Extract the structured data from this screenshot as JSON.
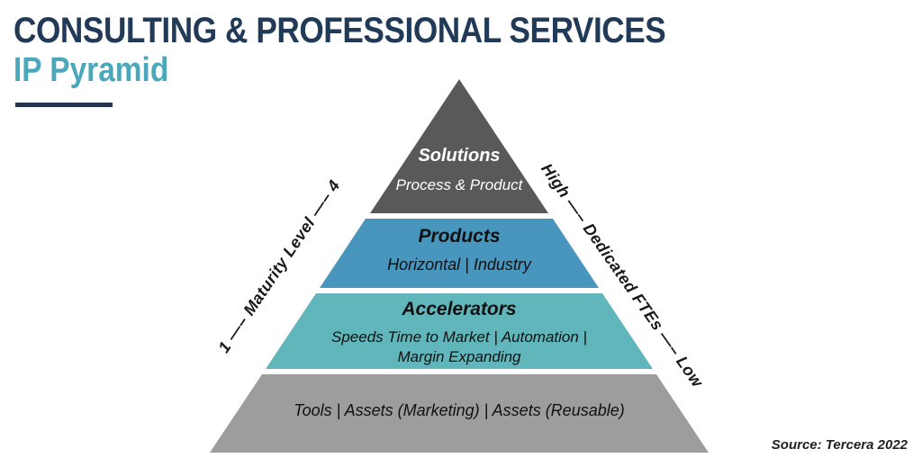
{
  "header": {
    "title": "CONSULTING & PROFESSIONAL SERVICES",
    "subtitle": "IP Pyramid"
  },
  "pyramid": {
    "levels": [
      {
        "title": "Solutions",
        "lines": [
          "Process & Product"
        ],
        "color": "#595959",
        "text_color": "#ffffff"
      },
      {
        "title": "Products",
        "lines": [
          "Horizontal | Industry"
        ],
        "color": "#4896BE",
        "text_color": "#111111"
      },
      {
        "title": "Accelerators",
        "lines": [
          "Speeds Time to Market | Automation |",
          "Margin Expanding"
        ],
        "color": "#61B6BC",
        "text_color": "#111111"
      },
      {
        "title": "",
        "lines": [
          "Tools | Assets (Marketing) | Assets (Reusable)"
        ],
        "color": "#9D9D9D",
        "text_color": "#111111"
      }
    ],
    "left_axis": "1 —– Maturity Level —– 4",
    "right_axis": "High —– Dedicated FTEs —– Low"
  },
  "footer": {
    "source": "Source: Tercera 2022"
  },
  "colors": {
    "title_navy": "#203A57",
    "subtitle_teal": "#4BA7BA",
    "underline_navy": "#26354F"
  }
}
